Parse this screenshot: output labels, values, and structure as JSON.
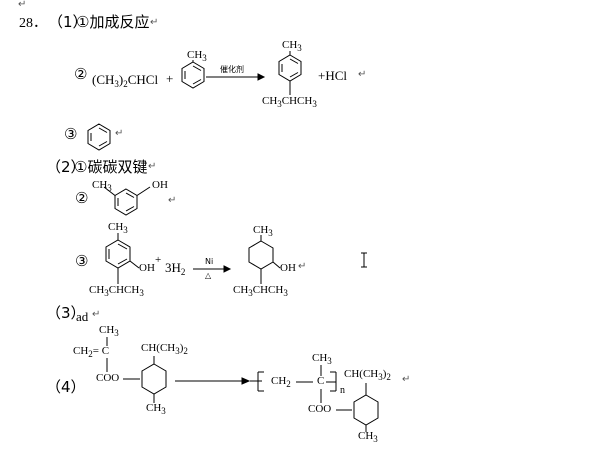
{
  "doc": {
    "top_return_mark": "↵",
    "return_mark": "↵",
    "q_number": "28．",
    "part1": {
      "label": "（1）",
      "item1": "①加成反应",
      "item2_mark": "②",
      "reactant": "(CH",
      "reactant_sub": "3",
      "reactant_tail": "CHCl",
      "reactant_sub2": "2",
      "plus": "+",
      "catalyst": "催化剂",
      "ch3_top": "CH",
      "ch3_top_sub": "3",
      "isopropyl": "CH",
      "isopropyl_sub": "3",
      "isopropyl_mid": "CHCH",
      "isopropyl_sub2": "3",
      "byproduct": "+HCl",
      "item3_mark": "③"
    },
    "part2": {
      "label": "（2）",
      "item1": "①碳碳双键",
      "item2_mark": "②",
      "oh": "OH",
      "item3_mark": "③",
      "h2": "3H",
      "h2_sub": "2",
      "ni": "Ni",
      "delta": "△"
    },
    "part3": {
      "label": "（3）",
      "answer": "ad"
    },
    "part4": {
      "label": "（4）",
      "ch2_eq": "CH",
      "ch2_sub": "2",
      "eq_c": "= C",
      "ch_r": "CH(CH",
      "ch_r_sub": "3",
      "ch_r_tail": ")",
      "ch_r_sub2": "2",
      "coo": "COO",
      "poly_ch2": "CH",
      "poly_ch2_sub": "2",
      "poly_c": "C",
      "n": "n"
    }
  }
}
